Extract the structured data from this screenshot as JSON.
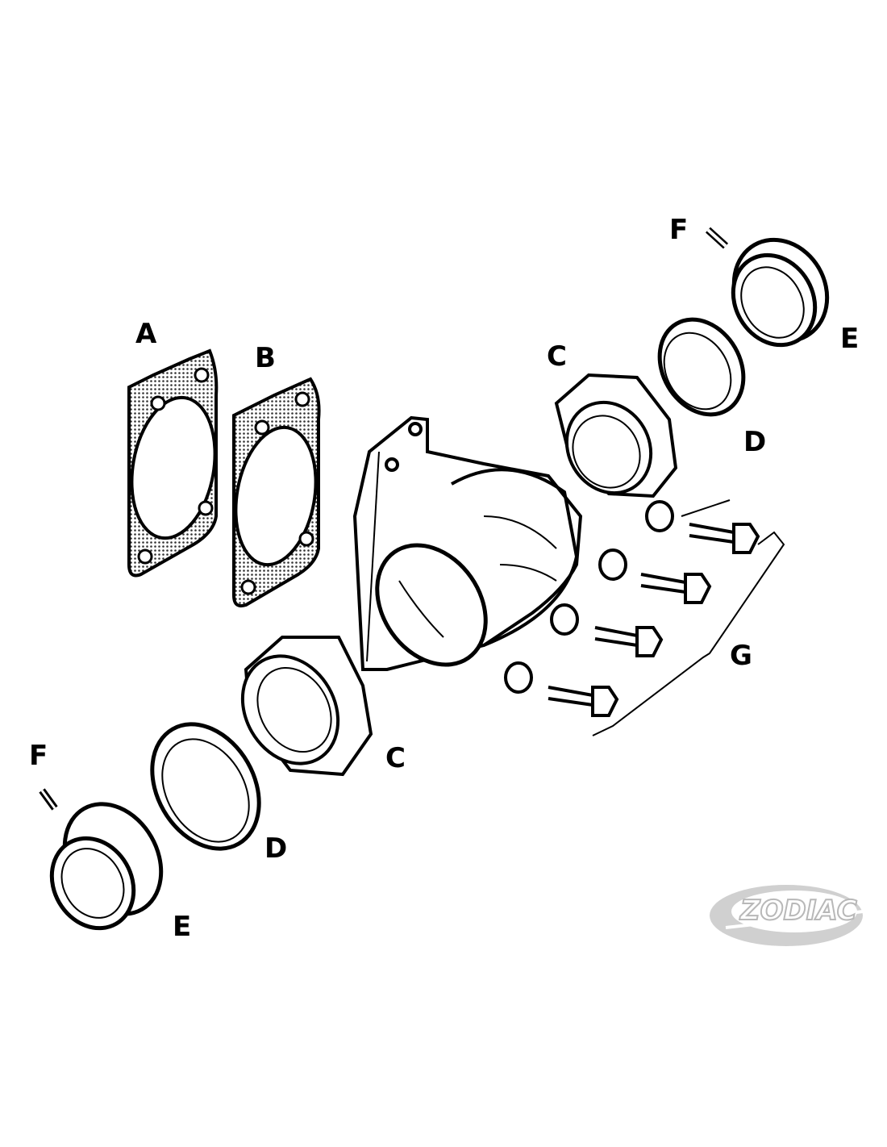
{
  "labels": {
    "gasket_a": "A",
    "gasket_b": "B",
    "nut_c_upper": "C",
    "nut_c_lower": "C",
    "ring_d_upper": "D",
    "ring_d_lower": "D",
    "adapter_e_upper": "E",
    "adapter_e_lower": "E",
    "screw_f_upper": "F",
    "screw_f_lower": "F",
    "bolt_set_g": "G"
  },
  "logo": {
    "text": "ZODIAC",
    "color": "#b8b8b8"
  }
}
